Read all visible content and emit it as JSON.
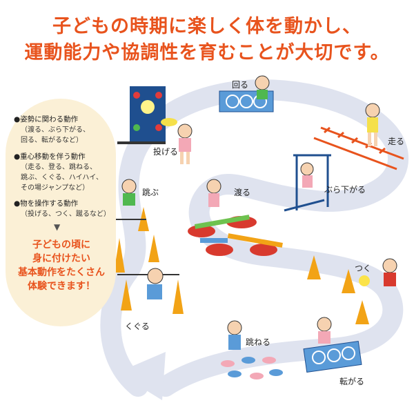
{
  "title": {
    "line1": "子どもの時期に楽しく体を動かし、",
    "line2": "運動能力や協調性を育むことが大切です。"
  },
  "panel": {
    "categories": [
      {
        "head": "●姿勢に関わる動作",
        "sub1": "（渡る、ぶら下がる、",
        "sub2": "回る、転がるなど）"
      },
      {
        "head": "●重心移動を伴う動作",
        "sub1": "（走る、登る、跳ねる、",
        "sub2": "跳ぶ、くぐる、ハイハイ、",
        "sub3": "その場ジャンプなど）"
      },
      {
        "head": "●物を操作する動作",
        "sub1": "（投げる、つく、蹴るなど）"
      }
    ],
    "arrow": "▼",
    "message": [
      "子どもの頃に",
      "身に付けたい",
      "基本動作をたくさん",
      "体験できます！"
    ]
  },
  "activities": {
    "mawaru": "回る",
    "hashiru": "走る",
    "nageru": "投げる",
    "burasagaru": "ぶら下がる",
    "wataru": "渡る",
    "tobu": "跳ぶ",
    "tsuku": "つく",
    "kuguru": "くぐる",
    "haneru": "跳ねる",
    "korogaru": "転がる"
  },
  "colors": {
    "accent": "#e8531d",
    "path": "#dfe3ef",
    "panel": "#fbf0d6",
    "cone": "#f2a316",
    "mat": "#5a9bd8"
  }
}
